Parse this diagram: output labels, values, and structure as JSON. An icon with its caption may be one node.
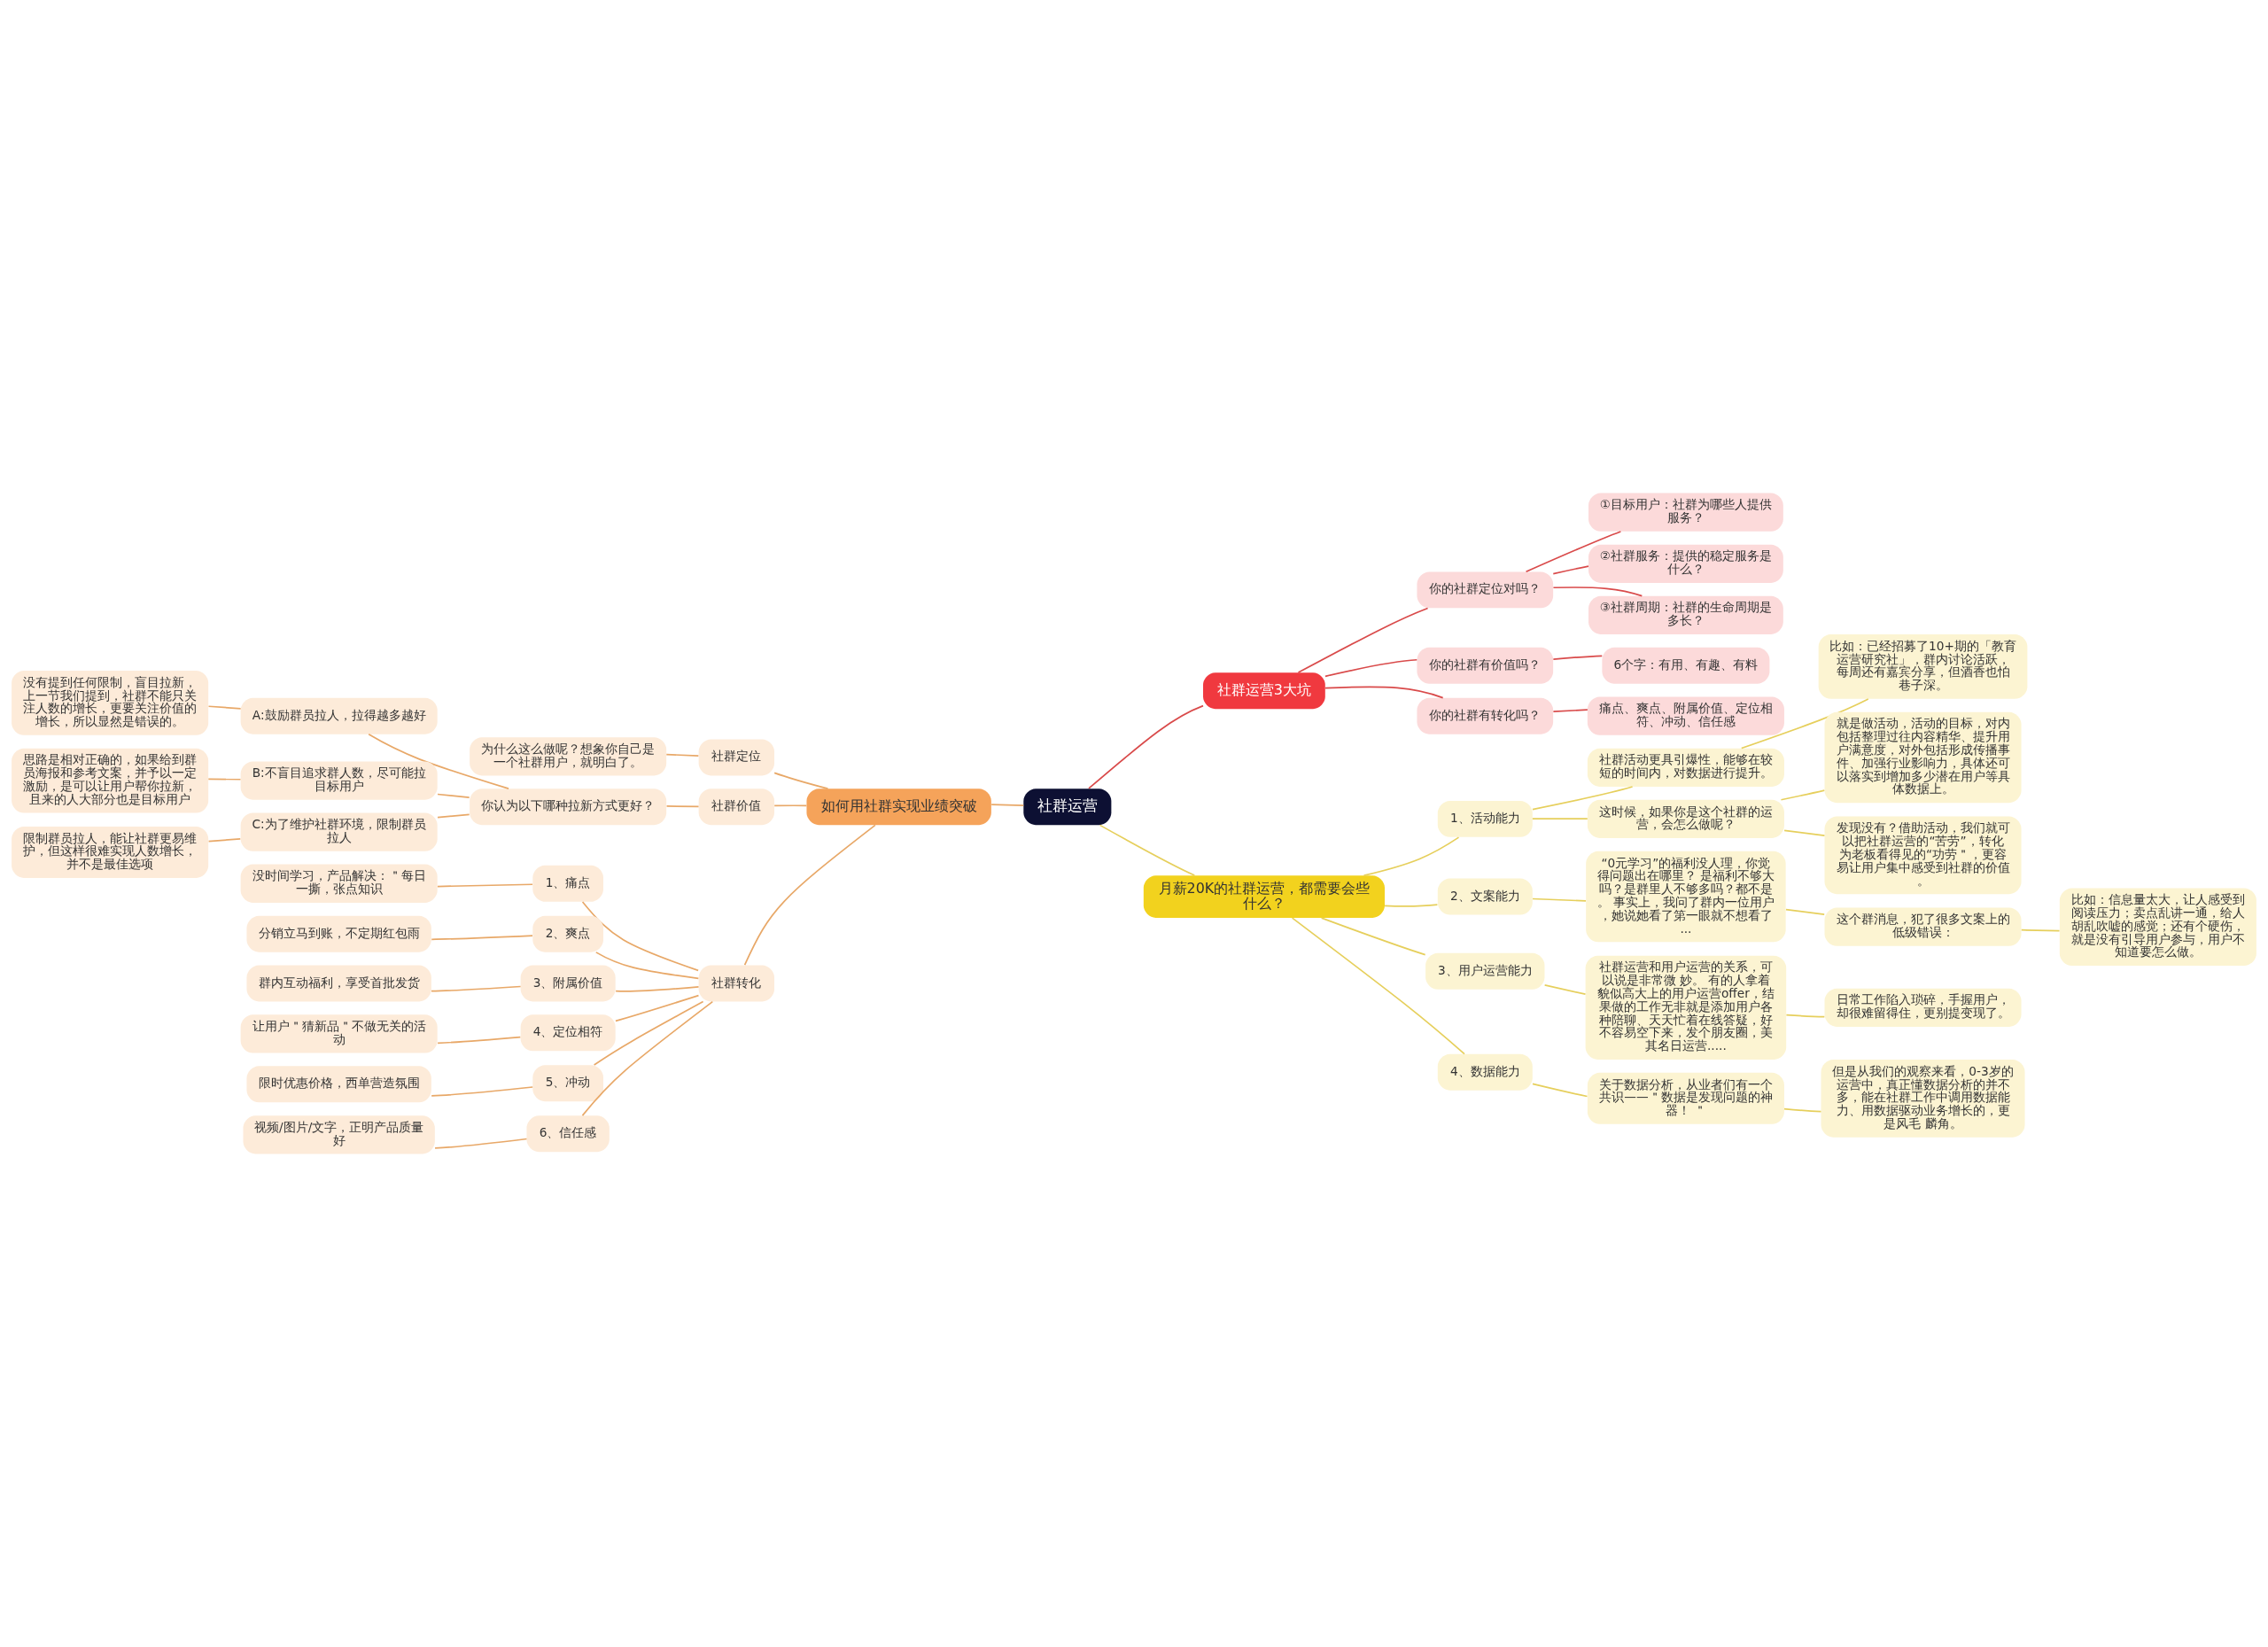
{
  "diagram": {
    "nodes": [
      {
        "text": [
          "社群运营"
        ]
      },
      {
        "text": [
          "如何用社群实现业绩突破"
        ]
      },
      {
        "text": [
          "社群定位"
        ]
      },
      {
        "text": [
          "为什么这么做呢？想象你自己是一个社群用户，就明白了。"
        ]
      },
      {
        "text": [
          "社群价值"
        ]
      },
      {
        "text": [
          "你认为以下哪种拉新方式更好？"
        ]
      },
      {
        "text": [
          "A:鼓励群员拉人，拉得越多越好"
        ]
      },
      {
        "text": [
          "没有提到任何限制，盲目拉新，上一节我们提到，社群不能只关注人数的增长，更要关注价值的增长，所以显然是错误的。"
        ]
      },
      {
        "text": [
          "B:不盲目追求群人数，尽可能拉目标用户"
        ]
      },
      {
        "text": [
          "思路是相对正确的，如果给到群员海报和参考文案，并予以一定激励，是可以让用户帮你拉新，且来的人大部分也是目标用户"
        ]
      },
      {
        "text": [
          "C:为了维护社群环境，限制群员拉人"
        ]
      },
      {
        "text": [
          "限制群员拉人，能让社群更易维护，但这样很难实现人数增长，并不是最佳选项"
        ]
      },
      {
        "text": [
          "社群转化"
        ]
      },
      {
        "text": [
          "1、痛点"
        ]
      },
      {
        "text": [
          "没时间学习，产品解决：＂每日一撕，张点知识"
        ]
      },
      {
        "text": [
          "2、爽点"
        ]
      },
      {
        "text": [
          "分销立马到账，不定期红包雨"
        ]
      },
      {
        "text": [
          "3、附属价值"
        ]
      },
      {
        "text": [
          "群内互动福利，享受首批发货"
        ]
      },
      {
        "text": [
          "4、定位相符"
        ]
      },
      {
        "text": [
          "让用户＂猜新品＂不做无关的活动"
        ]
      },
      {
        "text": [
          "5、冲动"
        ]
      },
      {
        "text": [
          "限时优惠价格，西单营造氛围"
        ]
      },
      {
        "text": [
          "6、信任感"
        ]
      },
      {
        "text": [
          "视频/图片/文字，正明产品质量好"
        ]
      },
      {
        "text": [
          "社群运营3大坑"
        ]
      },
      {
        "text": [
          "你的社群定位对吗？"
        ]
      },
      {
        "text": [
          "①目标用户：社群为哪些人提供服务？"
        ]
      },
      {
        "text": [
          "②社群服务：提供的稳定服务是什么？"
        ]
      },
      {
        "text": [
          "③社群周期：社群的生命周期是多长？"
        ]
      },
      {
        "text": [
          "你的社群有价值吗？"
        ]
      },
      {
        "text": [
          "6个字：有用、有趣、有料"
        ]
      },
      {
        "text": [
          "你的社群有转化吗？"
        ]
      },
      {
        "text": [
          "痛点、爽点、附属价值、定位相符、冲动、信任感"
        ]
      },
      {
        "text": [
          "月薪20K的社群运营，都需要会些什么？"
        ]
      },
      {
        "text": [
          "1、活动能力"
        ]
      },
      {
        "text": [
          "社群活动更具引爆性，能够在较短的时间内，对数据进行提升。"
        ]
      },
      {
        "text": [
          "比如：已经招募了10+期的「教育运营研究社」，群内讨论活跃，每周还有嘉宾分享，但酒香也怕巷子深。"
        ]
      },
      {
        "text": [
          "这时候，如果你是这个社群的运营，会怎么做呢？"
        ]
      },
      {
        "text": [
          "就是做活动，活动的目标，对内包括整理过往内容精华、提升用户满意度，对外包括形成传播事件、加强行业影响力，具体还可以落实到增加多少潜在用户等具体数据上。"
        ]
      },
      {
        "text": [
          "发现没有？借助活动，我们就可以把社群运营的“苦劳”，转化为老板看得见的“功劳＂，更容易让用户集中感受到社群的价值。"
        ]
      },
      {
        "text": [
          "2、文案能力"
        ]
      },
      {
        "text": [
          "“0元学习”的福利没人理，你觉得问题出在哪里？ 是福利不够大吗？是群里人不够多吗？都不是。 事实上，我问了群内一位用户，她说她看了第一眼就不想看了..."
        ]
      },
      {
        "text": [
          "这个群消息，犯了很多文案上的低级错误："
        ]
      },
      {
        "text": [
          "比如：信息量太大，让人感受到阅读压力；卖点乱讲一通，给人胡乱吹嘘的感觉；还有个硬伤，就是没有引导用户参与，用户不知道要怎么做。"
        ]
      },
      {
        "text": [
          "3、用户运营能力"
        ]
      },
      {
        "text": [
          "社群运营和用户运营的关系，可以说是非常微 妙。 有的人拿着貌似高大上的用户运营offer，结果做的工作无非就是添加用户各种陪聊、天天忙着在线答疑，好不容易空下来，发个朋友圈，美其名日运营....."
        ]
      },
      {
        "text": [
          "日常工作陷入琐碎，手握用户，却很难留得住，更别提变现了。"
        ]
      },
      {
        "text": [
          "4、数据能力"
        ]
      },
      {
        "text": [
          "关于数据分析，从业者们有一个共识——＂数据是发现问题的神器！ ＂"
        ]
      },
      {
        "text": [
          "但是从我们的观察来看，0-3岁的运营中，真正懂数据分析的并不多，能在社群工作中调用数据能力、用数据驱动业务增长的，更是风毛 麟角。"
        ]
      }
    ],
    "edges": [
      {
        "from": 0,
        "to": 1,
        "arrow": "none"
      },
      {
        "from": 1,
        "to": 2,
        "arrow": "none"
      },
      {
        "from": 2,
        "to": 3,
        "arrow": "none"
      },
      {
        "from": 1,
        "to": 4,
        "arrow": "none"
      },
      {
        "from": 4,
        "to": 5,
        "arrow": "none"
      },
      {
        "from": 5,
        "to": 6,
        "arrow": "none"
      },
      {
        "from": 6,
        "to": 7,
        "arrow": "none"
      },
      {
        "from": 5,
        "to": 8,
        "arrow": "none"
      },
      {
        "from": 8,
        "to": 9,
        "arrow": "none"
      },
      {
        "from": 5,
        "to": 10,
        "arrow": "none"
      },
      {
        "from": 10,
        "to": 11,
        "arrow": "none"
      },
      {
        "from": 1,
        "to": 12,
        "arrow": "none"
      },
      {
        "from": 12,
        "to": 13,
        "arrow": "none"
      },
      {
        "from": 13,
        "to": 14,
        "arrow": "none"
      },
      {
        "from": 12,
        "to": 15,
        "arrow": "none"
      },
      {
        "from": 15,
        "to": 16,
        "arrow": "none"
      },
      {
        "from": 12,
        "to": 17,
        "arrow": "none"
      },
      {
        "from": 17,
        "to": 18,
        "arrow": "none"
      },
      {
        "from": 12,
        "to": 19,
        "arrow": "none"
      },
      {
        "from": 19,
        "to": 20,
        "arrow": "none"
      },
      {
        "from": 12,
        "to": 21,
        "arrow": "none"
      },
      {
        "from": 21,
        "to": 22,
        "arrow": "none"
      },
      {
        "from": 12,
        "to": 23,
        "arrow": "none"
      },
      {
        "from": 23,
        "to": 24,
        "arrow": "none"
      },
      {
        "from": 0,
        "to": 25,
        "arrow": "none",
        "color": "#d94a4a"
      },
      {
        "from": 25,
        "to": 26,
        "arrow": "none",
        "color": "#d94a4a"
      },
      {
        "from": 26,
        "to": 27,
        "arrow": "none",
        "color": "#d94a4a"
      },
      {
        "from": 26,
        "to": 28,
        "arrow": "none",
        "color": "#d94a4a"
      },
      {
        "from": 26,
        "to": 29,
        "arrow": "none",
        "color": "#d94a4a"
      },
      {
        "from": 25,
        "to": 30,
        "arrow": "none",
        "color": "#d94a4a"
      },
      {
        "from": 30,
        "to": 31,
        "arrow": "none",
        "color": "#d94a4a"
      },
      {
        "from": 25,
        "to": 32,
        "arrow": "none",
        "color": "#d94a4a"
      },
      {
        "from": 32,
        "to": 33,
        "arrow": "none",
        "color": "#d94a4a"
      },
      {
        "from": 0,
        "to": 34,
        "arrow": "none",
        "color": "#e6cf5c"
      },
      {
        "from": 34,
        "to": 35,
        "arrow": "none",
        "color": "#e6cf5c"
      },
      {
        "from": 35,
        "to": 36,
        "arrow": "none",
        "color": "#e6cf5c"
      },
      {
        "from": 36,
        "to": 37,
        "arrow": "none",
        "color": "#e6cf5c"
      },
      {
        "from": 35,
        "to": 38,
        "arrow": "none",
        "color": "#e6cf5c"
      },
      {
        "from": 38,
        "to": 39,
        "arrow": "none",
        "color": "#e6cf5c"
      },
      {
        "from": 38,
        "to": 40,
        "arrow": "none",
        "color": "#e6cf5c"
      },
      {
        "from": 34,
        "to": 41,
        "arrow": "none",
        "color": "#e6cf5c"
      },
      {
        "from": 41,
        "to": 42,
        "arrow": "none",
        "color": "#e6cf5c"
      },
      {
        "from": 42,
        "to": 43,
        "arrow": "none",
        "color": "#e6cf5c"
      },
      {
        "from": 43,
        "to": 44,
        "arrow": "none",
        "color": "#e6cf5c"
      },
      {
        "from": 34,
        "to": 45,
        "arrow": "none",
        "color": "#e6cf5c"
      },
      {
        "from": 45,
        "to": 46,
        "arrow": "none",
        "color": "#e6cf5c"
      },
      {
        "from": 46,
        "to": 47,
        "arrow": "none",
        "color": "#e6cf5c"
      },
      {
        "from": 34,
        "to": 48,
        "arrow": "none",
        "color": "#e6cf5c"
      },
      {
        "from": 48,
        "to": 49,
        "arrow": "none",
        "color": "#e6cf5c"
      },
      {
        "from": 49,
        "to": 50,
        "arrow": "none",
        "color": "#e6cf5c"
      }
    ]
  }
}
